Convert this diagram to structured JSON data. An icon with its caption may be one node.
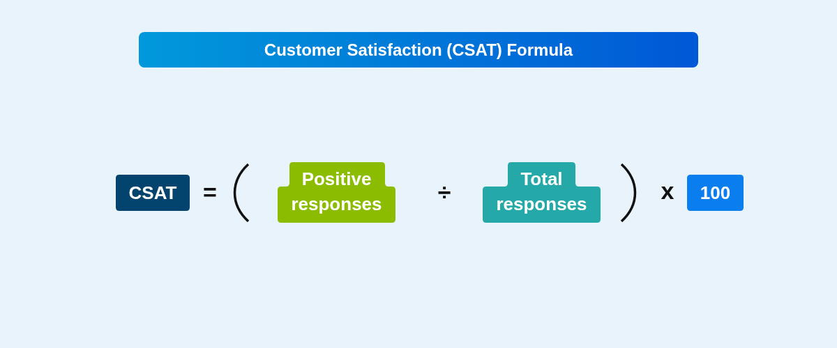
{
  "diagram": {
    "title": "Customer Satisfaction (CSAT) Formula",
    "nodes": [
      {
        "text": [
          "CSAT"
        ]
      },
      {
        "text": [
          "Positive responses"
        ]
      },
      {
        "text": [
          "Total responses"
        ]
      },
      {
        "text": [
          "100"
        ]
      }
    ],
    "labels": [
      "=",
      "÷",
      "x"
    ]
  }
}
